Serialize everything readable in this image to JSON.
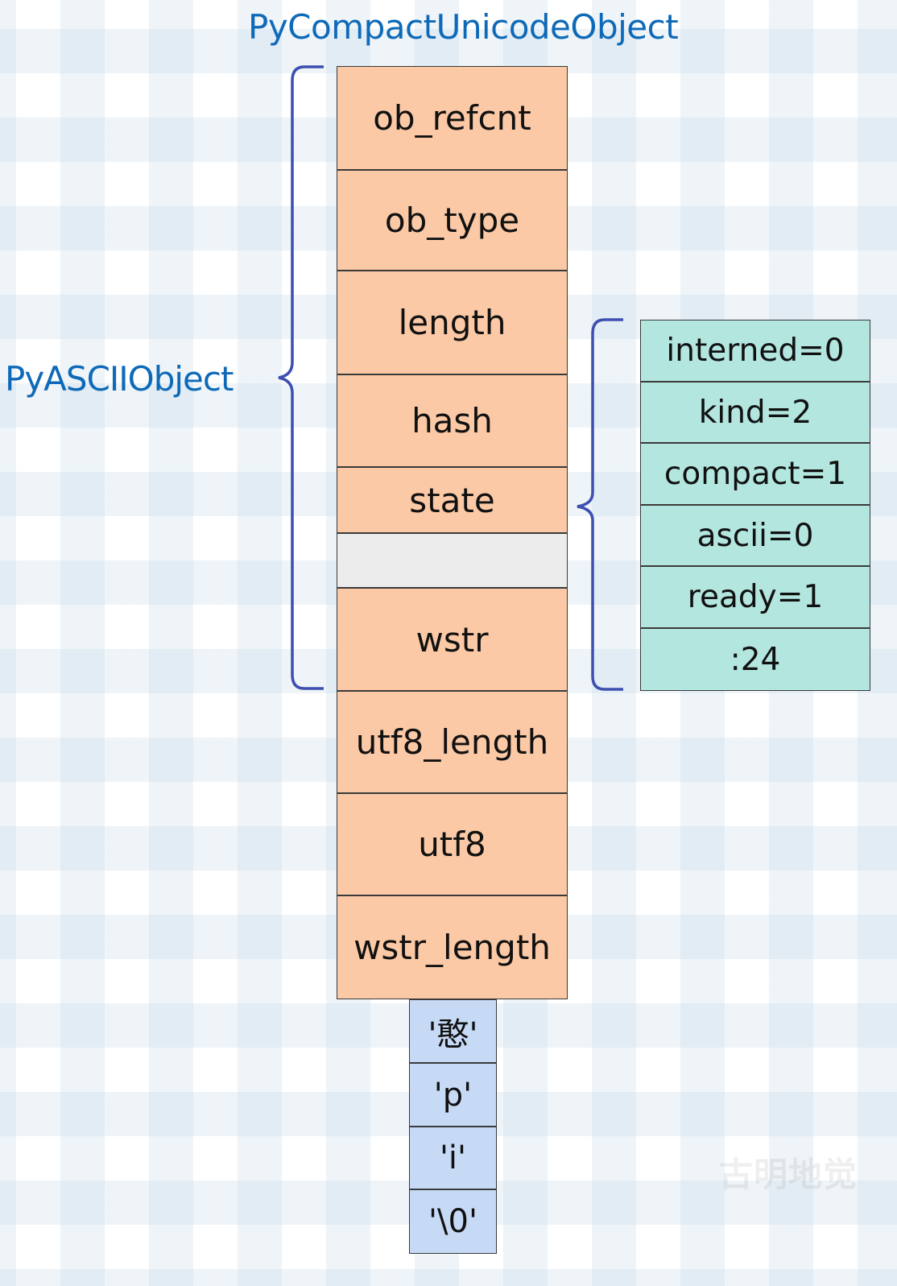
{
  "title": "PyCompactUnicodeObject",
  "side_label": "PyASCIIObject",
  "main_fields": [
    {
      "label": "ob_refcnt"
    },
    {
      "label": "ob_type"
    },
    {
      "label": "length"
    },
    {
      "label": "hash"
    },
    {
      "label": "state"
    },
    {
      "label": ""
    },
    {
      "label": "wstr"
    },
    {
      "label": "utf8_length"
    },
    {
      "label": "utf8"
    },
    {
      "label": "wstr_length"
    }
  ],
  "state_fields": [
    {
      "label": "interned=0"
    },
    {
      "label": "kind=2"
    },
    {
      "label": "compact=1"
    },
    {
      "label": "ascii=0"
    },
    {
      "label": "ready=1"
    },
    {
      "label": ":24"
    }
  ],
  "char_cells": [
    {
      "label": "'憨'"
    },
    {
      "label": "'p'"
    },
    {
      "label": "'i'"
    },
    {
      "label": "'\\0'"
    }
  ],
  "watermark": "古明地觉",
  "colors": {
    "field_fill": "#fbc9a5",
    "gap_fill": "#ececec",
    "state_fill": "#b3e6df",
    "char_fill": "#c6daf6",
    "brace": "#3d4fb0",
    "label_text": "#0e6ab8"
  }
}
